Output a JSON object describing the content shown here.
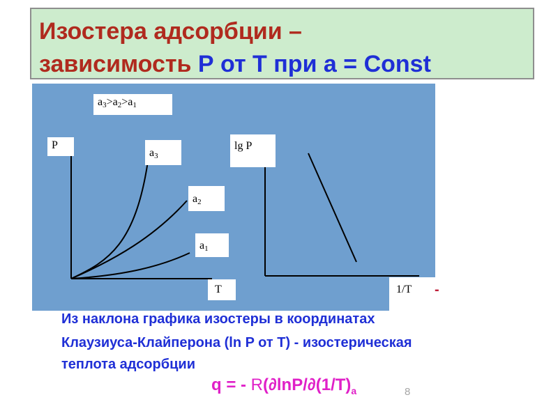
{
  "title": {
    "line1": "Изостера адсорбции –",
    "line2_part1": "зависимость ",
    "line2_part2": "Р от Т при а = Const"
  },
  "diagram": {
    "order_label": {
      "a3": "a",
      "s3": "3",
      "gt1": ">a",
      "s2": "2",
      "gt2": ">a",
      "s1": "1"
    },
    "left_plot": {
      "y_axis_label": "P",
      "x_axis_label": "T",
      "curves": [
        {
          "letter": "a",
          "sub": "3"
        },
        {
          "letter": "a",
          "sub": "2"
        },
        {
          "letter": "a",
          "sub": "1"
        }
      ]
    },
    "right_plot": {
      "y_axis_label": "lg P",
      "x_axis_label": "1/T"
    }
  },
  "dash": "-",
  "body": {
    "line1": "Из наклона графика изостеры  в координатах",
    "line2": "Клаузиуса-Клайперона (ln P от T) - изостерическая",
    "line3": "теплота адсорбции"
  },
  "formula": {
    "part1": "q = - ",
    "r": "R",
    "part2": "(∂lnP/∂(1/T)",
    "sub": "a"
  },
  "page_number": "8",
  "colors": {
    "title_red": "#b02a1e",
    "title_blue": "#1f2fd6",
    "title_bg": "#cdeccd",
    "diagram_bg": "#6f9fcf",
    "formula": "#e020c8"
  }
}
